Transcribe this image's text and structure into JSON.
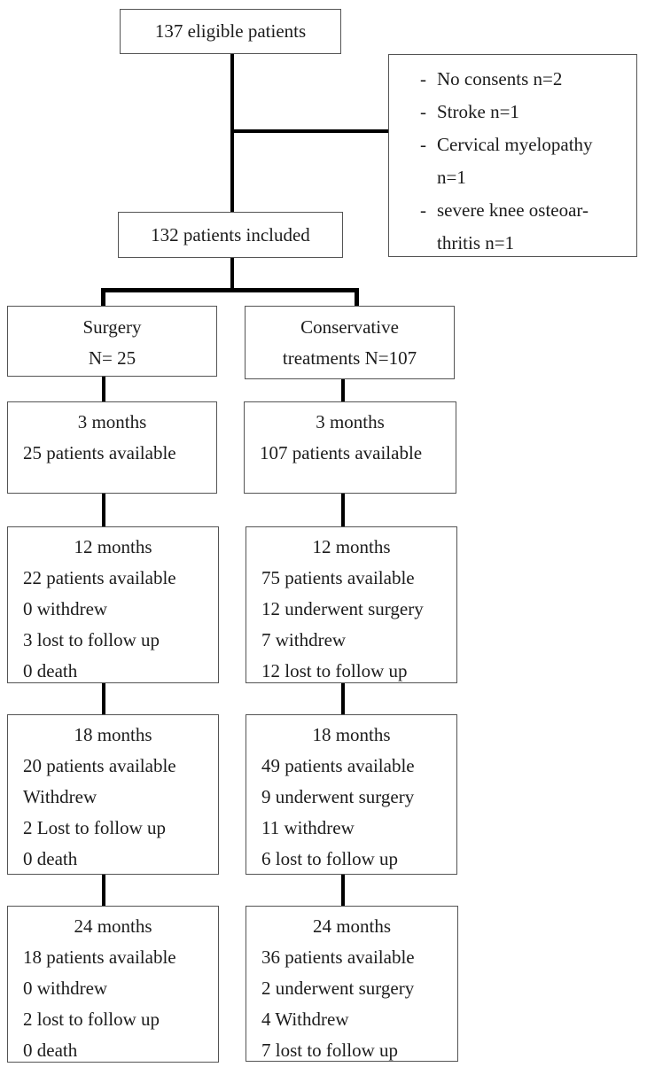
{
  "colors": {
    "background": "#ffffff",
    "box_border": "#545454",
    "connector": "#000000",
    "text": "#1c1c1c"
  },
  "boxes": {
    "eligible": {
      "text": "137 eligible patients"
    },
    "exclusions": {
      "bullet": "-",
      "items": [
        {
          "lines": [
            "No consents n=2"
          ]
        },
        {
          "lines": [
            "Stroke n=1"
          ]
        },
        {
          "lines": [
            "Cervical myelopathy",
            "n=1"
          ]
        },
        {
          "lines": [
            "severe knee osteoar-",
            "thritis n=1"
          ]
        }
      ]
    },
    "included": {
      "text": "132 patients included"
    },
    "surgery_arm": {
      "lines": [
        "Surgery",
        "N= 25"
      ]
    },
    "conservative_arm": {
      "lines": [
        "Conservative",
        "treatments N=107"
      ]
    },
    "surgery": {
      "m3": {
        "title": "3 months",
        "lines": [
          "25 patients available"
        ]
      },
      "m12": {
        "title": "12 months",
        "lines": [
          "22 patients available",
          "0 withdrew",
          "3 lost to follow up",
          "0 death"
        ]
      },
      "m18": {
        "title": "18 months",
        "lines": [
          "20 patients available",
          "Withdrew",
          "2 Lost to follow up",
          "0 death"
        ]
      },
      "m24": {
        "title": "24 months",
        "lines": [
          "18 patients available",
          "0 withdrew",
          "2 lost to follow up",
          "0 death"
        ]
      }
    },
    "conservative": {
      "m3": {
        "title": "3 months",
        "lines": [
          "107 patients available"
        ]
      },
      "m12": {
        "title": "12 months",
        "lines": [
          "75 patients available",
          "12 underwent surgery",
          "7 withdrew",
          "12 lost to follow up"
        ]
      },
      "m18": {
        "title": "18 months",
        "lines": [
          "49 patients available",
          "9 underwent surgery",
          "11 withdrew",
          "6 lost to follow up"
        ]
      },
      "m24": {
        "title": "24 months",
        "lines": [
          "36 patients available",
          "2 underwent surgery",
          "4 Withdrew",
          "7 lost to follow up"
        ]
      }
    }
  }
}
